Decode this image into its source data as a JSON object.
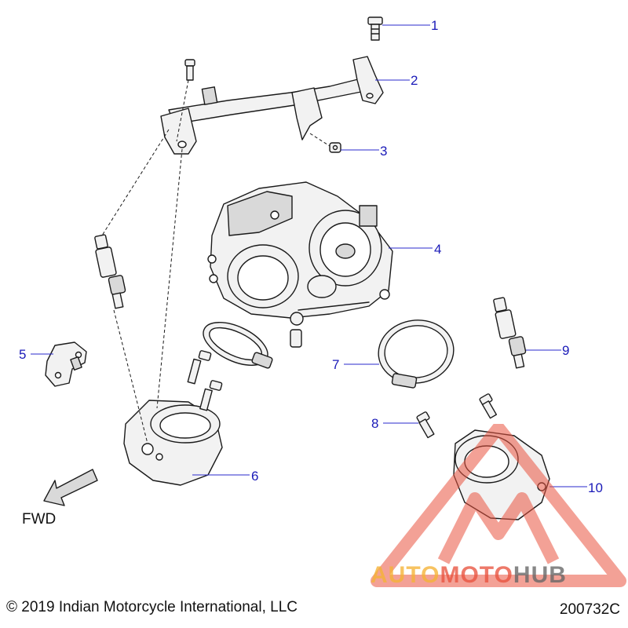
{
  "callouts": [
    {
      "number": "1"
    },
    {
      "number": "2"
    },
    {
      "number": "3"
    },
    {
      "number": "4"
    },
    {
      "number": "5"
    },
    {
      "number": "6"
    },
    {
      "number": "7"
    },
    {
      "number": "8"
    },
    {
      "number": "9"
    },
    {
      "number": "10"
    }
  ],
  "direction_label": "FWD",
  "footer": {
    "copyright": "© 2019 Indian Motorcycle International, LLC",
    "drawing_code": "200732C"
  },
  "watermark": {
    "word_a": "AUTO",
    "word_b": "MOTO",
    "word_c": "HUB",
    "colors": {
      "yellow": "#f5b335",
      "red": "#e9543f",
      "gray": "#666666"
    }
  }
}
